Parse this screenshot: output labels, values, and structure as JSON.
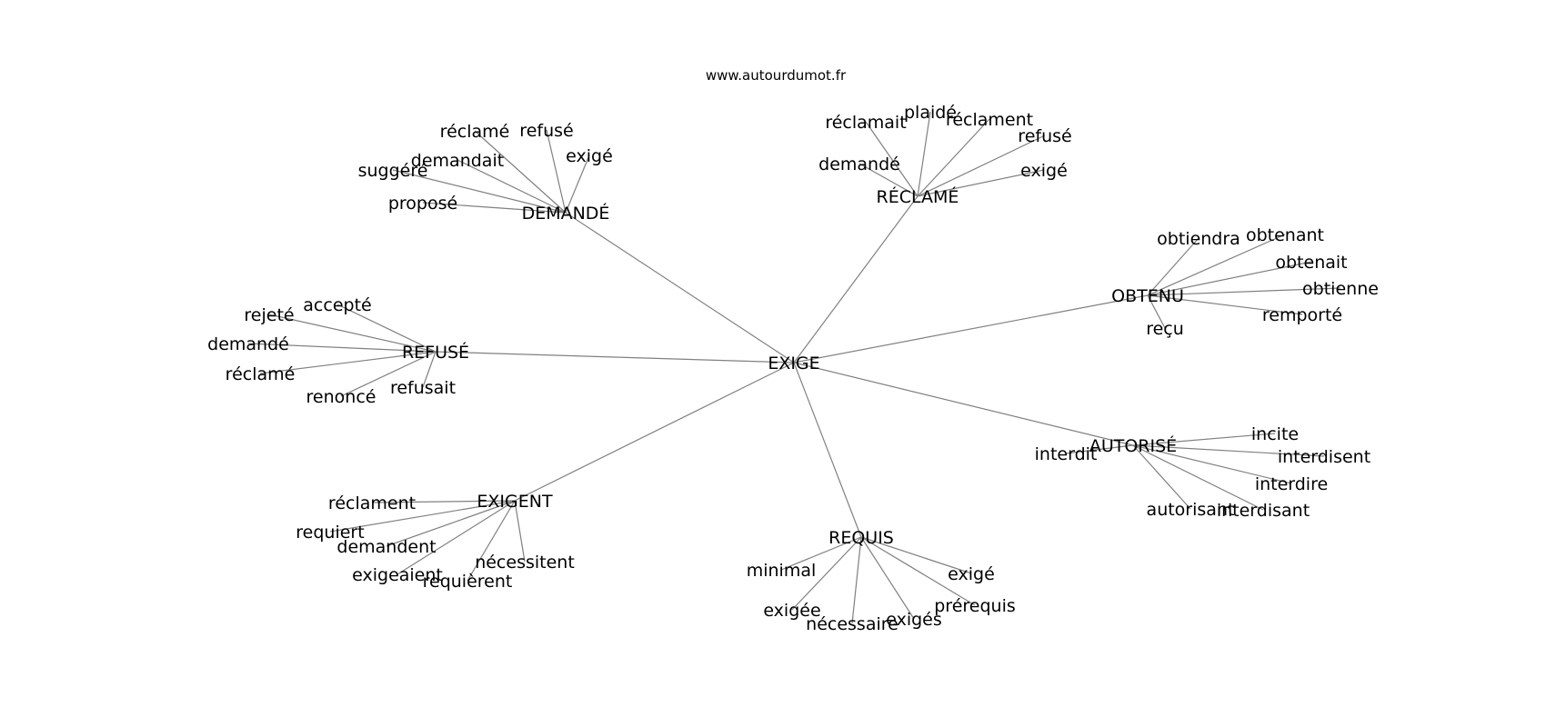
{
  "source": "www.autourdumot.fr",
  "center": "EXIGE",
  "clusters": [
    {
      "hub": "DEMANDÉ",
      "words": [
        "réclamé",
        "refusé",
        "exigé",
        "demandait",
        "suggéré",
        "proposé"
      ]
    },
    {
      "hub": "RÉCLAMÉ",
      "words": [
        "réclamait",
        "plaidé",
        "réclament",
        "refusé",
        "demandé",
        "exigé"
      ]
    },
    {
      "hub": "OBTENU",
      "words": [
        "obtiendra",
        "obtenant",
        "obtenait",
        "obtienne",
        "remporté",
        "reçu"
      ]
    },
    {
      "hub": "REFUSÉ",
      "words": [
        "accepté",
        "rejeté",
        "demandé",
        "réclamé",
        "renoncé",
        "refusait"
      ]
    },
    {
      "hub": "AUTORISÉ",
      "words": [
        "incite",
        "interdit",
        "interdisent",
        "interdire",
        "autorisant",
        "interdisant"
      ]
    },
    {
      "hub": "EXIGENT",
      "words": [
        "réclament",
        "requiert",
        "demandent",
        "exigeaient",
        "requièrent",
        "nécessitent"
      ]
    },
    {
      "hub": "REQUIS",
      "words": [
        "minimal",
        "exigé",
        "prérequis",
        "exigée",
        "nécessaire",
        "exigés"
      ]
    }
  ]
}
